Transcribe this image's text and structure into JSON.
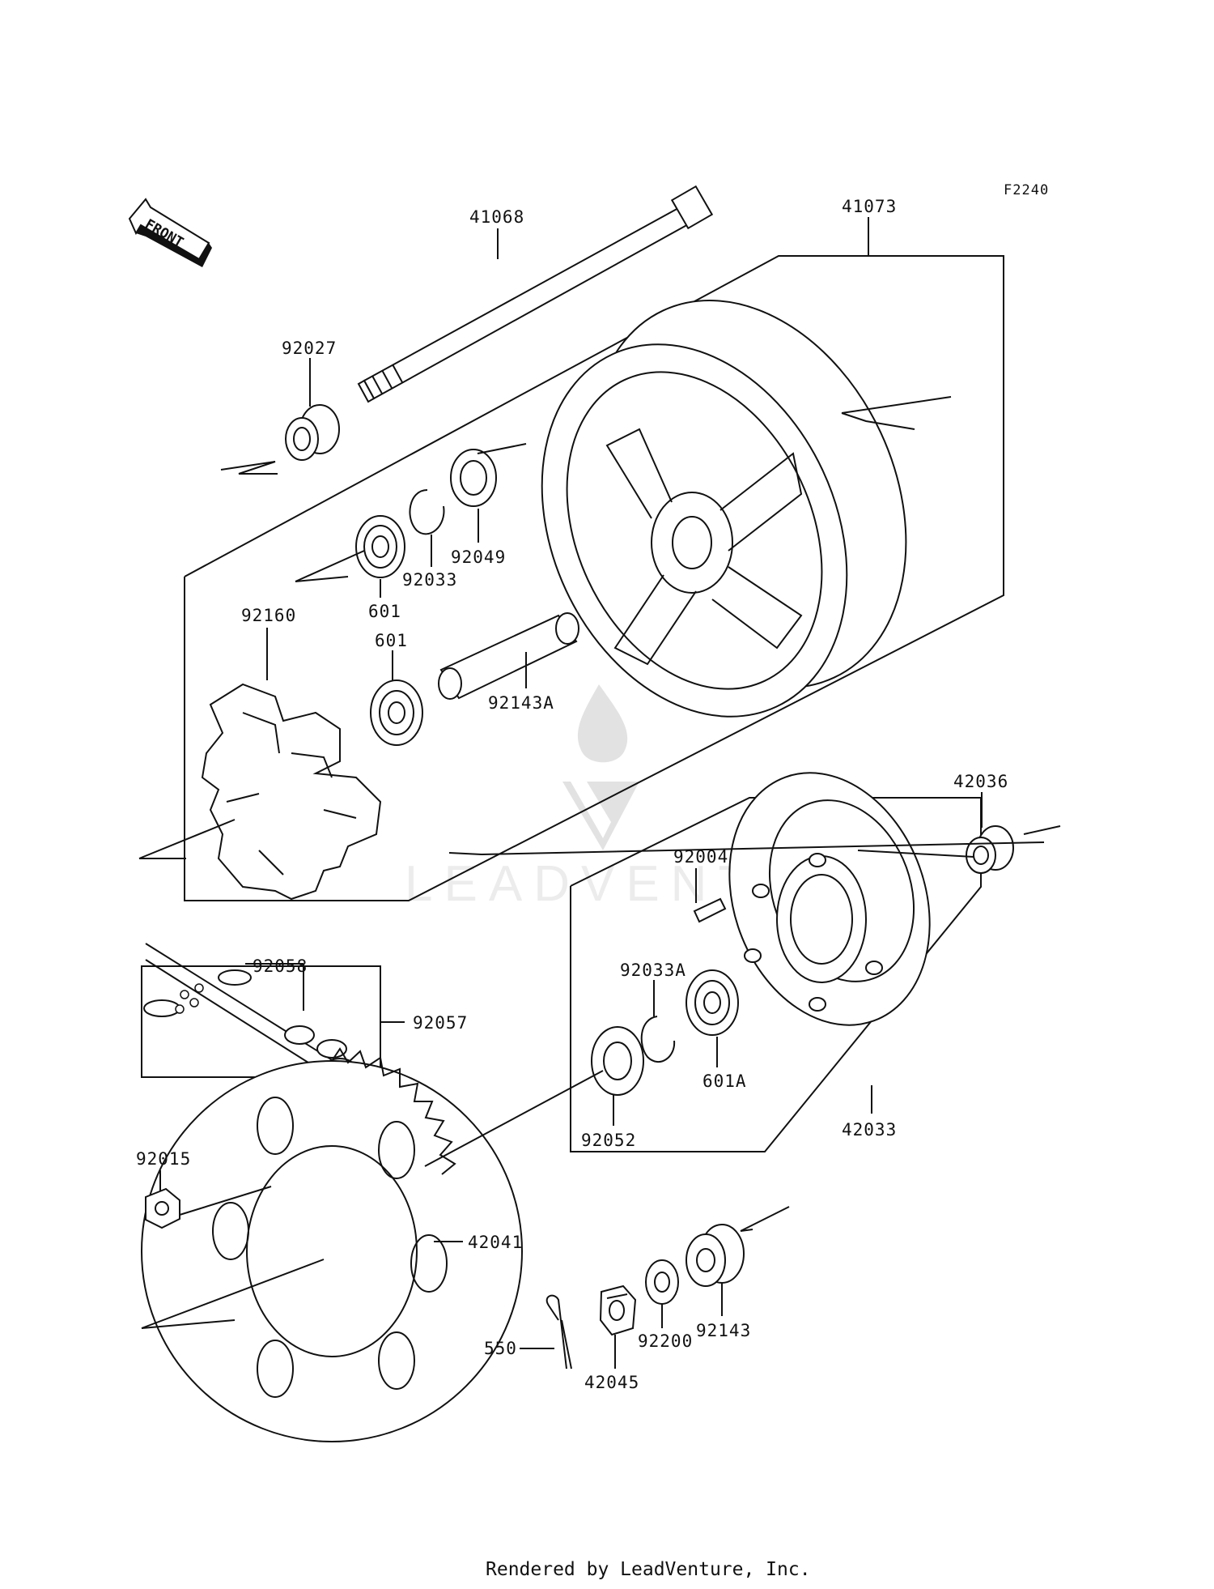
{
  "diagram_code": "F2240",
  "front_label": "FRONT",
  "watermark": "LEADVENTURE",
  "footer": "Rendered by LeadVenture, Inc.",
  "colors": {
    "line": "#111111",
    "background": "#ffffff",
    "watermark": "#e2e2e2"
  },
  "callouts": {
    "axle": "41068",
    "wheel": "41073",
    "collar_left": "92027",
    "seal_92049": "92049",
    "circlip_92033": "92033",
    "bearing_upper": "601",
    "bearing_lower": "601",
    "damper": "92160",
    "spacer_tube": "92143A",
    "collar_right": "42036",
    "stud": "92004",
    "circlip_92033a": "92033A",
    "bearing_601a": "601A",
    "seal_92052": "92052",
    "coupling": "42033",
    "chain_joint": "92058",
    "chain": "92057",
    "sprocket_nut": "92015",
    "sprocket": "42041",
    "cotter_pin": "550",
    "axle_nut": "42045",
    "washer": "92200",
    "collar_92143": "92143"
  }
}
